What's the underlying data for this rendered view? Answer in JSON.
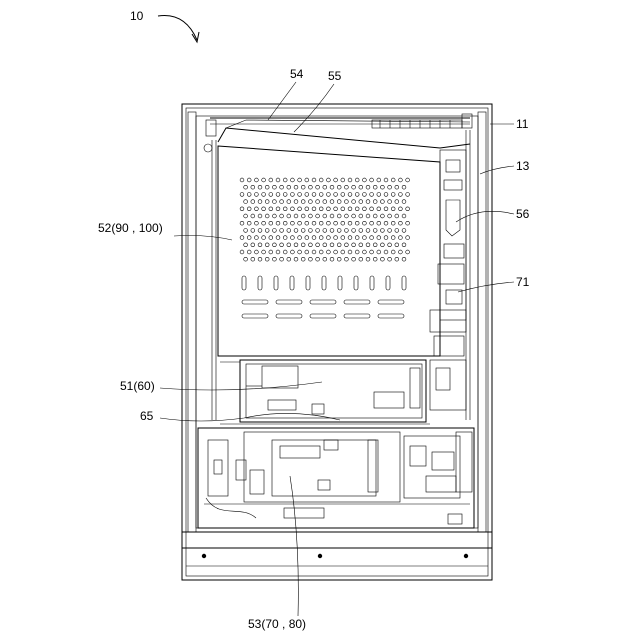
{
  "labels": {
    "fig_ref": "10",
    "l54": "54",
    "l55": "55",
    "l11": "11",
    "l13": "13",
    "l52": "52(90 , 100)",
    "l56": "56",
    "l71": "71",
    "l51": "51(60)",
    "l65": "65",
    "l53": "53(70 , 80)"
  }
}
